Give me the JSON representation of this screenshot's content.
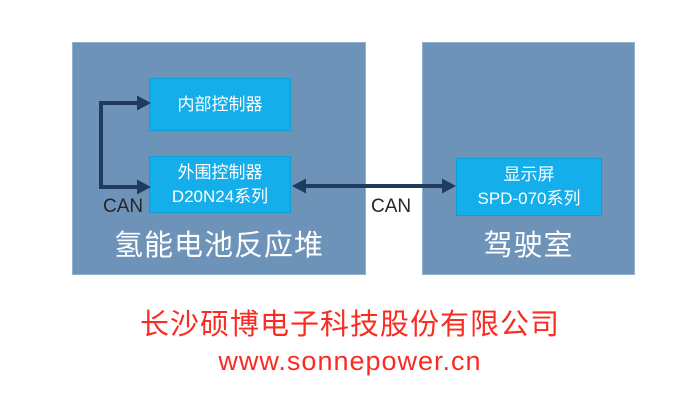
{
  "diagram": {
    "left_group": {
      "label": "氢能电池反应堆",
      "nodes": {
        "internal_controller": {
          "label": "内部控制器"
        },
        "peripheral_controller": {
          "line1": "外围控制器",
          "line2": "D20N24系列"
        }
      },
      "can_label": "CAN"
    },
    "right_group": {
      "label": "驾驶室",
      "nodes": {
        "display": {
          "line1": "显示屏",
          "line2": "SPD-070系列"
        }
      }
    },
    "link": {
      "can_label": "CAN"
    }
  },
  "footer": {
    "company": "长沙硕博电子科技股份有限公司",
    "website": "www.sonnepower.cn"
  },
  "colors": {
    "group_fill": "#6E93B9",
    "group_border": "#92B3D0",
    "node_fill": "#14AEEA",
    "node_border": "#0C9FD6",
    "arrow": "#1F3C5F",
    "accent_red": "#FA2B22"
  }
}
